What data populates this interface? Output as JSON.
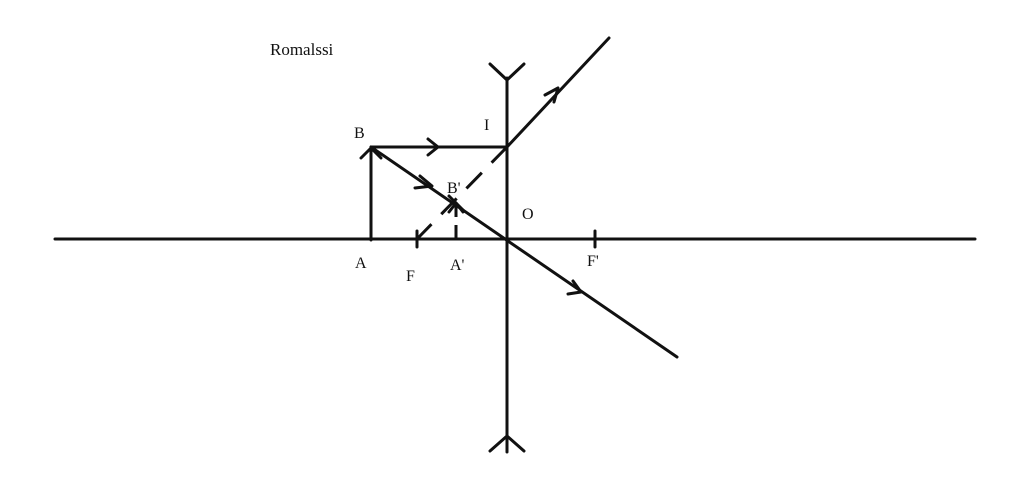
{
  "author": "Romalssi",
  "labels": {
    "A": "A",
    "B": "B",
    "F": "F",
    "A_prime": "A'",
    "B_prime": "B'",
    "O": "O",
    "I": "I",
    "F_prime": "F'"
  },
  "colors": {
    "ink": "#111111",
    "background": "#ffffff"
  }
}
